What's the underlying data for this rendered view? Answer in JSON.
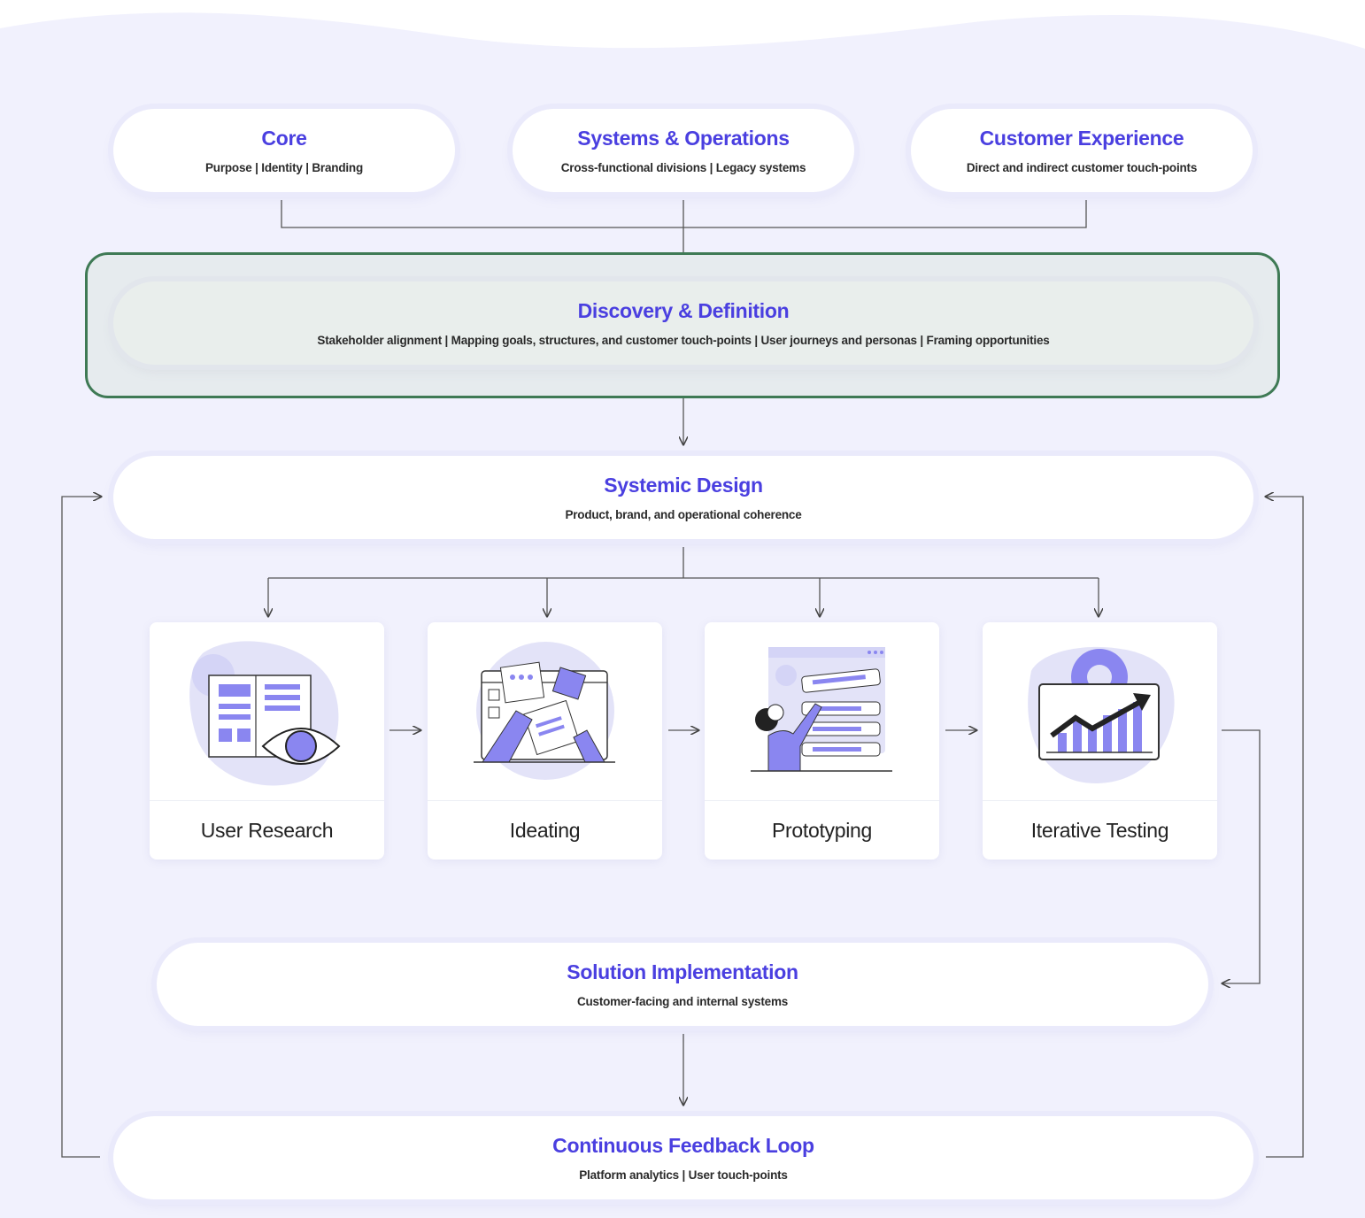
{
  "colors": {
    "background": "#f1f1fd",
    "title_accent": "#4a3fe0",
    "highlight_border": "#3f7a55",
    "illustration_purple": "#8a86f0",
    "illustration_light": "#dcdcf8"
  },
  "top_boxes": [
    {
      "title": "Core",
      "subtitle": "Purpose   | Identity | Branding"
    },
    {
      "title": "Systems & Operations",
      "subtitle": "Cross-functional divisions | Legacy systems"
    },
    {
      "title": "Customer Experience",
      "subtitle": "Direct and indirect customer touch-points"
    }
  ],
  "discovery": {
    "title": "Discovery & Definition",
    "subtitle": "Stakeholder alignment | Mapping goals, structures, and customer touch-points | User journeys and personas | Framing opportunities"
  },
  "systemic_design": {
    "title": "Systemic Design",
    "subtitle": "Product, brand, and operational coherence"
  },
  "stages": [
    {
      "label": "User Research",
      "icon": "user-research-illustration"
    },
    {
      "label": "Ideating",
      "icon": "ideating-illustration"
    },
    {
      "label": "Prototyping",
      "icon": "prototyping-illustration"
    },
    {
      "label": "Iterative Testing",
      "icon": "iterative-testing-illustration"
    }
  ],
  "solution": {
    "title": "Solution Implementation",
    "subtitle": "Customer-facing and internal systems"
  },
  "feedback": {
    "title": "Continuous Feedback Loop",
    "subtitle": "Platform analytics | User touch-points"
  }
}
